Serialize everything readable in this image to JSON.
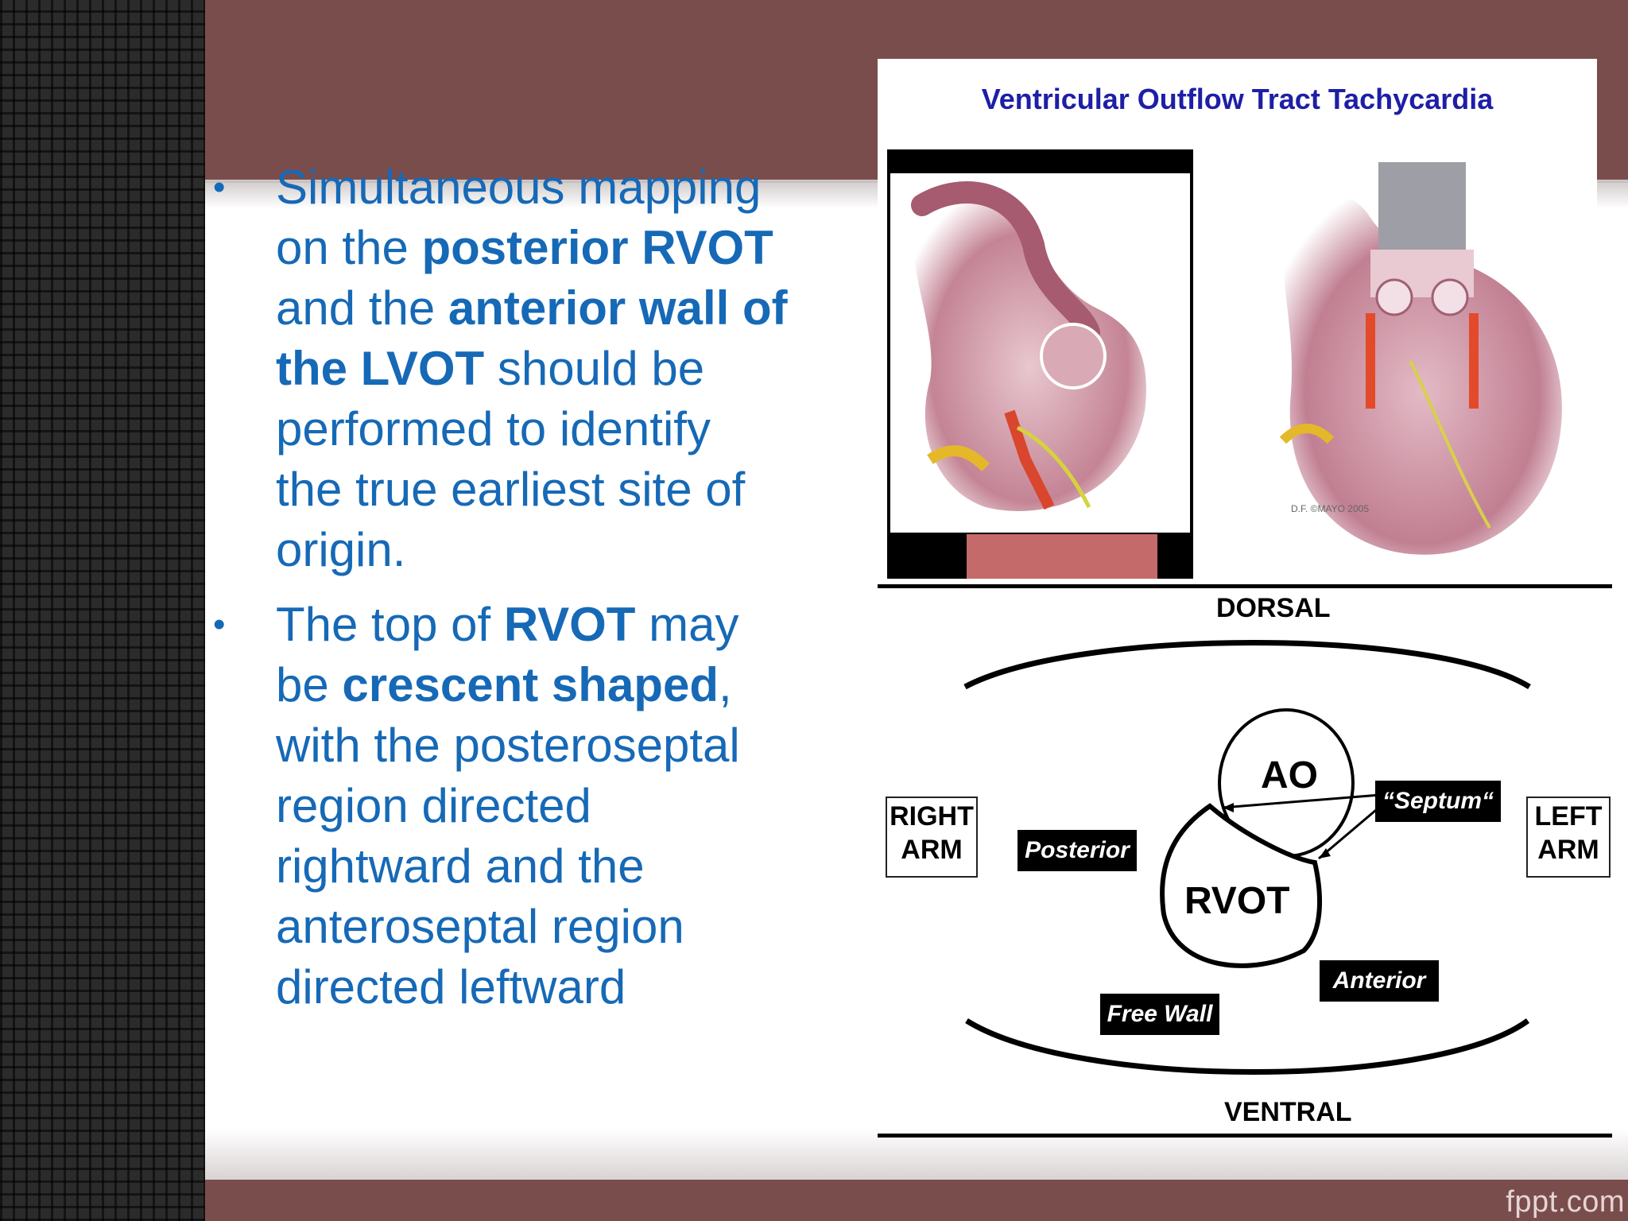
{
  "footer": {
    "brand": "fppt.com"
  },
  "bullets": [
    {
      "p1": "Simultaneous mapping\non the ",
      "b1": "posterior RVOT",
      "p2": "\nand the ",
      "b2": "anterior wall of\nthe LVOT",
      "p3": " should be\nperformed to identify\nthe true earliest site of\norigin."
    },
    {
      "p1": "The top of ",
      "b1": "RVOT",
      "p2": " may\nbe ",
      "b2": "crescent shaped",
      "p3": ",\nwith the posteroseptal\nregion directed\nrightward and the\nanteroseptal region\ndirected leftward"
    }
  ],
  "figure": {
    "title": "Ventricular Outflow Tract Tachycardia",
    "credit": "D.F.\n©MAYO\n2005"
  },
  "diagram": {
    "dorsal": "DORSAL",
    "ventral": "VENTRAL",
    "right_arm": "RIGHT\nARM",
    "left_arm": "LEFT\nARM",
    "ao": "AO",
    "rvot": "RVOT",
    "septum": "“Septum“",
    "posterior": "Posterior",
    "anterior": "Anterior",
    "free_wall": "Free Wall"
  },
  "colors": {
    "band": "#7a4d4d",
    "text_blue": "#1669b6",
    "title_blue": "#1e1ea6"
  }
}
